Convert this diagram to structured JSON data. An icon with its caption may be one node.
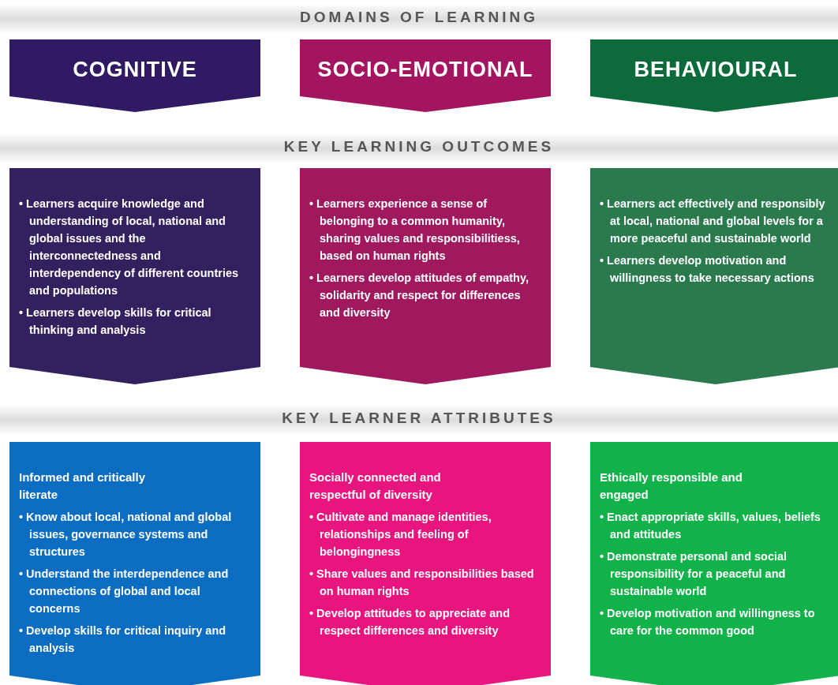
{
  "diagram": {
    "nodes": [
      {
        "text": [
          "COGNITIVE"
        ]
      },
      {
        "text": [
          "SOCIO-EMOTIONAL"
        ]
      },
      {
        "text": [
          "BEHAVIOURAL"
        ]
      },
      {
        "text": [
          "• Learners acquire knowledge and understanding of local, national and global issues and the interconnectedness and interdependency of different countries and populations",
          "• Learners develop skills for critical thinking and analysis"
        ]
      },
      {
        "text": [
          "• Learners experience a sense of belonging to a common humanity, sharing values and responsibilitiess, based on human rights",
          "• Learners develop attitudes of empathy, solidarity and respect for differences and diversity"
        ]
      },
      {
        "text": [
          "• Learners act effectively and responsibly at local, national and global levels for a more peaceful and sustainable world",
          "• Learners develop motivation and willingness to take necessary actions"
        ]
      },
      {
        "text": [
          "Informed and critically literate",
          "• Know about local, national and global issues, governance systems and structures",
          "• Understand the interdependence and connections of global and local concerns",
          "• Develop skills for critical inquiry and analysis"
        ]
      },
      {
        "text": [
          "Socially connected and respectful of diversity",
          "• Cultivate and manage identities, relationships and feeling of belongingness",
          "• Share values and responsibilities based on human rights",
          "• Develop attitudes to appreciate and respect differences and diversity"
        ]
      },
      {
        "text": [
          "Ethically responsible and engaged",
          "• Enact appropriate skills, values, beliefs and attitudes",
          "• Demonstrate personal and social responsibility for a peaceful and sustainable world",
          "• Develop motivation and willingness to care for the common good"
        ]
      }
    ],
    "labels": [
      "DOMAINS OF LEARNING",
      "KEY LEARNING OUTCOMES",
      "KEY LEARNER ATTRIBUTES"
    ]
  }
}
